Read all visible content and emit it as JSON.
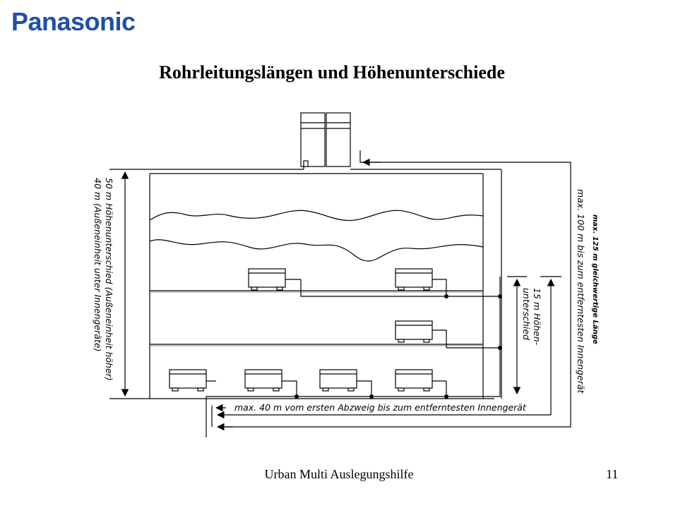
{
  "header": {
    "logo": "Panasonic",
    "title": "Rohrleitungslängen und Höhenunterschiede"
  },
  "diagram": {
    "labels": {
      "height_diff_line1": "50 m Höhenunterschied (Außeneinheit höher)",
      "height_diff_line2": "40 m (Außeneinheit unter Innengeräte)",
      "indoor_height_line1": "15 m Höhen-",
      "indoor_height_line2": "unterschied",
      "equiv_length": "max. 125 m gleichwertige Länge",
      "max_length": "max. 100 m bis zum entferntesten Innengerät",
      "branch_length": "max. 40 m vom ersten Abzweig bis zum entferntesten Innengerät"
    }
  },
  "footer": {
    "center": "Urban Multi Auslegungshilfe",
    "page": "11"
  }
}
